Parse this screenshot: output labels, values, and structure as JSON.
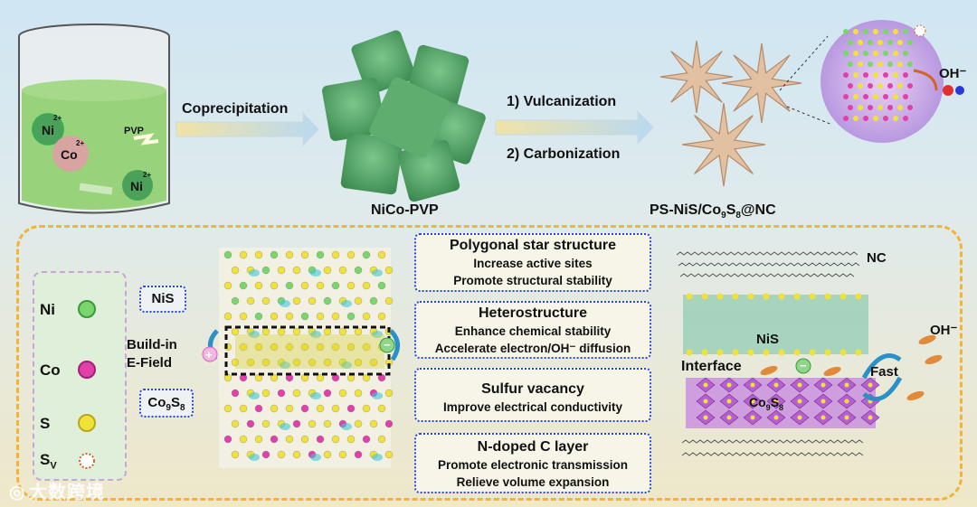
{
  "top": {
    "beaker": {
      "ion_ni": "Ni",
      "ion_ni_charge": "2+",
      "ion_co": "Co",
      "ion_co_charge": "2+",
      "pvp": "PVP"
    },
    "step1": "Coprecipitation",
    "step2a": "1)  Vulcanization",
    "step2b": "2)  Carbonization",
    "intermediate_label": "NiCo-PVP",
    "product_label": "PS-NiS/Co",
    "product_sub1": "9",
    "product_mid": "S",
    "product_sub2": "8",
    "product_tail": "@NC",
    "zoom_oh": "OH⁻"
  },
  "legend": {
    "items": [
      {
        "symbol": "Ni",
        "color": "#5bbf4a"
      },
      {
        "symbol": "Co",
        "color": "#e040a8"
      },
      {
        "symbol": "S",
        "color": "#e6d62a"
      },
      {
        "symbol": "S",
        "subscript": "V",
        "color": "#ffffff"
      }
    ]
  },
  "model": {
    "nis_tag": "NiS",
    "co_tag_main": "Co",
    "co_tag_sub1": "9",
    "co_tag_mid": "S",
    "co_tag_sub2": "8",
    "field_label_1": "Build-in",
    "field_label_2": "E-Field"
  },
  "features": [
    {
      "title": "Polygonal star structure",
      "lines": [
        "Increase active sites",
        "Promote structural stability"
      ]
    },
    {
      "title": "Heterostructure",
      "lines": [
        "Enhance chemical stability",
        "Accelerate electron/OH⁻ diffusion"
      ]
    },
    {
      "title": "Sulfur vacancy",
      "lines": [
        "Improve electrical conductivity"
      ]
    },
    {
      "title": "N-doped C layer",
      "lines": [
        "Promote electronic transmission",
        "Relieve volume expansion"
      ]
    }
  ],
  "schematic": {
    "nc": "NC",
    "nis": "NiS",
    "interface": "Interface",
    "fast": "Fast",
    "oh": "OH⁻",
    "co_main": "Co",
    "co_sub1": "9",
    "co_mid": "S",
    "co_sub2": "8"
  },
  "watermark": "大数跨境"
}
